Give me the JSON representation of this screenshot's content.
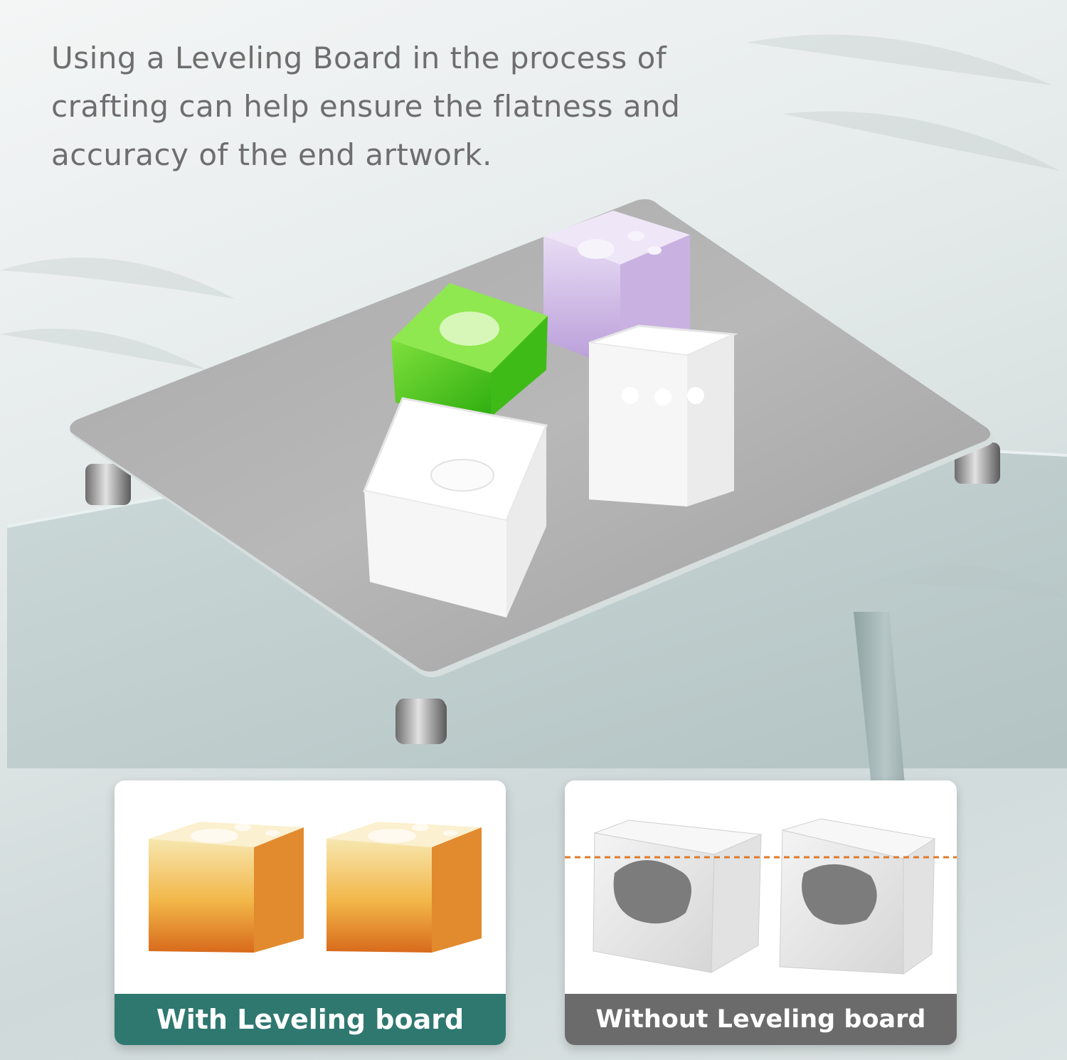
{
  "headline": "Using a Leveling Board in the process of crafting can help ensure the flatness and accuracy of the end artwork.",
  "comparison": {
    "with_label": "With Leveling board",
    "without_label": "Without Leveling board"
  },
  "colors": {
    "with_banner": "#2e7870",
    "without_banner": "#6b6b6b",
    "level_line": "#e07a2a",
    "headline_text": "#6e6e6e"
  }
}
